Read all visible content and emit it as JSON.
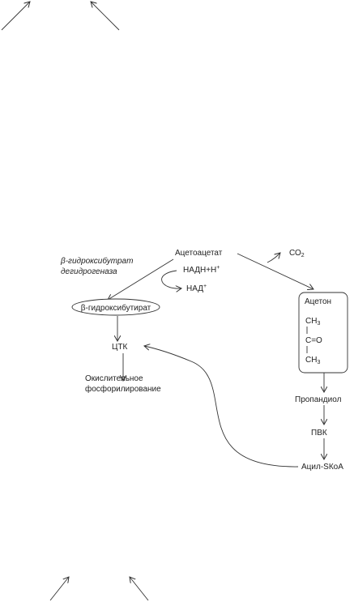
{
  "nodes": {
    "acetoacetate": "Ацетоацетат",
    "enzyme_line1": "β-гидроксибутрат",
    "enzyme_line2": "дегидрогеназа",
    "nadh": "НАДН+Н",
    "nadh_sup": "+",
    "nad": "НАД",
    "nad_sup": "+",
    "co2_main": "СО",
    "co2_sub": "2",
    "hydroxybutyrate": "β-гидроксибутират",
    "tca": "ЦТК",
    "oxphos_line1": "Окислительное",
    "oxphos_line2": "фосфорилирование",
    "acetone": "Ацетон",
    "ch3_top_main": "СН",
    "ch3_top_sub": "3",
    "carbonyl": "С=О",
    "ch3_bottom_main": "СН",
    "ch3_bottom_sub": "3",
    "propanediol": "Пропандиол",
    "pyruvate": "ПВК",
    "acyl_scoa": "Ацил-SКоА"
  }
}
